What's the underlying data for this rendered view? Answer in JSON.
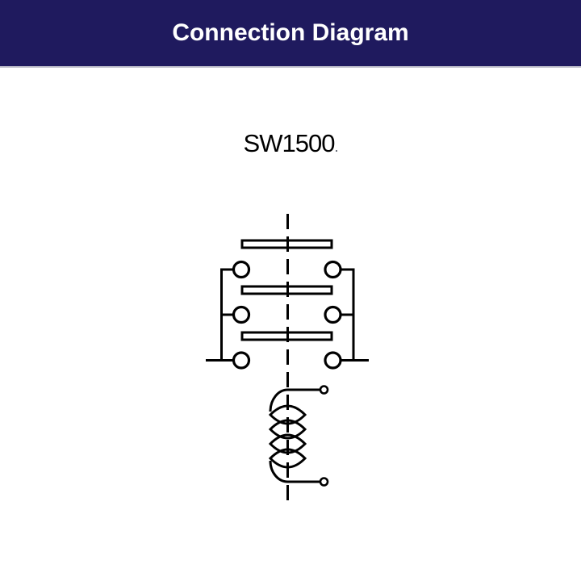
{
  "header": {
    "title": "Connection Diagram"
  },
  "model": {
    "name": "SW1500",
    "suffix": "."
  },
  "colors": {
    "header-bg": "#1f1a5e",
    "header-text": "#ffffff",
    "divider": "#c3c3ce",
    "page-bg": "#ffffff",
    "line": "#000000"
  },
  "schematic": {
    "description": "Contactor connection schematic: three contact bridge bars on a common dashed operating shaft, six round main terminals in two columns joined by side bus bars, and a four-turn operating coil with two small round terminals",
    "contact_bars": 3,
    "main_terminals": 6,
    "terminal_rows": 3,
    "terminal_columns": 2,
    "coil_turns": 4,
    "coil_terminals": 2
  }
}
